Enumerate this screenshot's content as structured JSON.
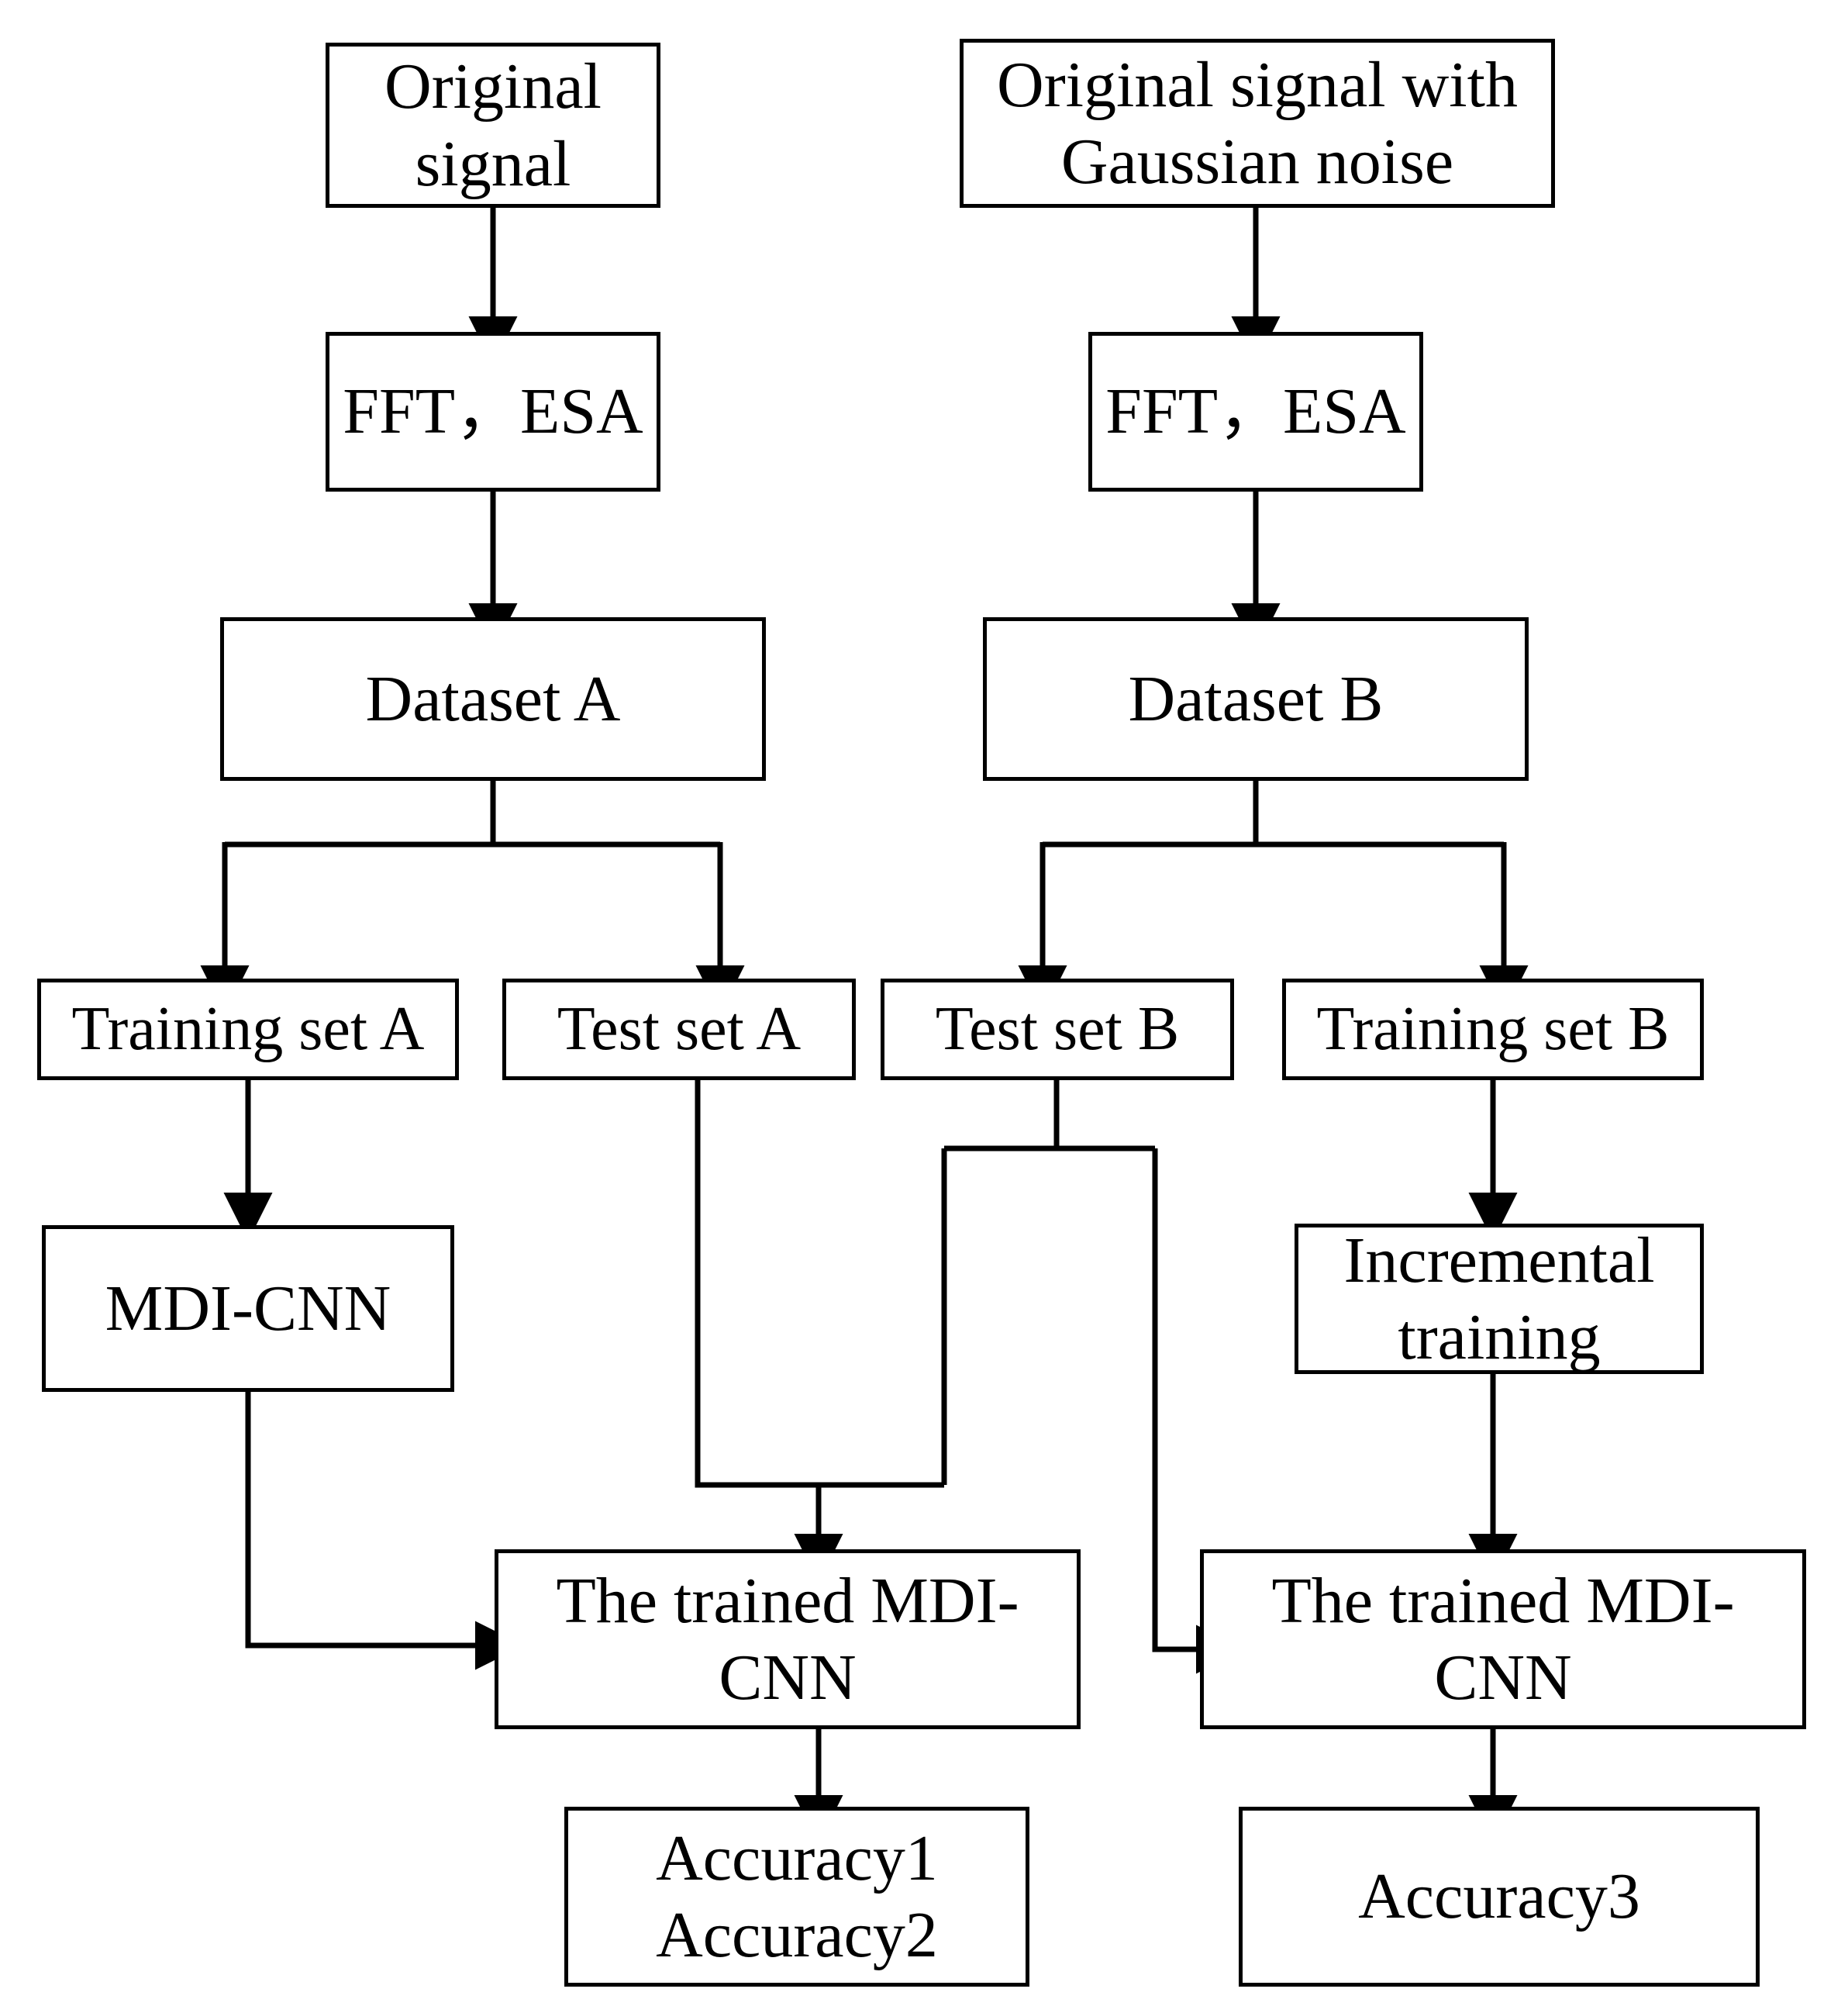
{
  "diagram": {
    "title": "MDI-CNN incremental training flowchart",
    "background_color": "#ffffff",
    "line_color": "#000000",
    "nodes": {
      "original_signal": {
        "label": "Original\nsignal"
      },
      "original_signal_noise": {
        "label": "Original signal with\nGaussian noise"
      },
      "fft_esa_a": {
        "label": "FFT，ESA"
      },
      "fft_esa_b": {
        "label": "FFT，ESA"
      },
      "dataset_a": {
        "label": "Dataset A"
      },
      "dataset_b": {
        "label": "Dataset B"
      },
      "training_set_a": {
        "label": "Training set A"
      },
      "test_set_a": {
        "label": "Test set A"
      },
      "test_set_b": {
        "label": "Test set B"
      },
      "training_set_b": {
        "label": "Training set B"
      },
      "mdi_cnn": {
        "label": "MDI-CNN"
      },
      "incremental_training": {
        "label": "Incremental\ntraining"
      },
      "trained_mdi_cnn_left": {
        "label": "The trained MDI-CNN"
      },
      "trained_mdi_cnn_right": {
        "label": "The trained MDI-CNN"
      },
      "accuracy_12": {
        "label": "Accuracy1\nAccuracy2"
      },
      "accuracy_3": {
        "label": "Accuracy3"
      }
    },
    "edges": [
      {
        "from": "original_signal",
        "to": "fft_esa_a",
        "style": "arrow-down"
      },
      {
        "from": "original_signal_noise",
        "to": "fft_esa_b",
        "style": "arrow-down"
      },
      {
        "from": "fft_esa_a",
        "to": "dataset_a",
        "style": "arrow-down"
      },
      {
        "from": "fft_esa_b",
        "to": "dataset_b",
        "style": "arrow-down"
      },
      {
        "from": "dataset_a",
        "to": "training_set_a",
        "style": "split-arrow-down"
      },
      {
        "from": "dataset_a",
        "to": "test_set_a",
        "style": "split-arrow-down"
      },
      {
        "from": "dataset_b",
        "to": "test_set_b",
        "style": "split-arrow-down"
      },
      {
        "from": "dataset_b",
        "to": "training_set_b",
        "style": "split-arrow-down"
      },
      {
        "from": "training_set_a",
        "to": "mdi_cnn",
        "style": "arrow-down"
      },
      {
        "from": "training_set_b",
        "to": "incremental_training",
        "style": "arrow-down"
      },
      {
        "from": "mdi_cnn",
        "to": "trained_mdi_cnn_left",
        "style": "elbow-arrow-right"
      },
      {
        "from": "test_set_a",
        "to": "trained_mdi_cnn_left",
        "style": "elbow-arrow-down"
      },
      {
        "from": "test_set_b",
        "to": "trained_mdi_cnn_left",
        "style": "elbow-arrow-down"
      },
      {
        "from": "test_set_b",
        "to": "trained_mdi_cnn_right",
        "style": "elbow-arrow-right"
      },
      {
        "from": "incremental_training",
        "to": "trained_mdi_cnn_right",
        "style": "arrow-down"
      },
      {
        "from": "trained_mdi_cnn_left",
        "to": "accuracy_12",
        "style": "arrow-down"
      },
      {
        "from": "trained_mdi_cnn_right",
        "to": "accuracy_3",
        "style": "arrow-down"
      }
    ]
  }
}
